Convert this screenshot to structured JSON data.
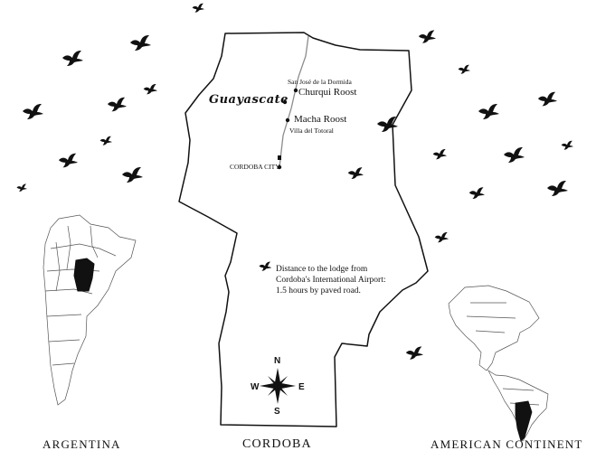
{
  "map": {
    "region_caption": "CORDOBA",
    "country_caption": "ARGENTINA",
    "continent_caption": "AMERICAN CONTINENT",
    "places": {
      "san_jose": "San José de la Dormida",
      "churqui": "Churqui Roost",
      "guayascate": "Guayascate",
      "macha": "Macha Roost",
      "villa_totoral": "Villa del Totoral",
      "cordoba_city": "CORDOBA CITY"
    },
    "distance_note": {
      "line1": "Distance to the lodge from",
      "line2": "Cordoba's International Airport:",
      "line3": "1.5 hours by paved road."
    },
    "compass": {
      "n": "N",
      "s": "S",
      "e": "E",
      "w": "W"
    },
    "icons": {
      "bird": "bird-icon",
      "compass": "compass-rose-icon"
    },
    "colors": {
      "ink": "#111111",
      "road": "#8c8c8c",
      "fill": "#111111"
    }
  }
}
